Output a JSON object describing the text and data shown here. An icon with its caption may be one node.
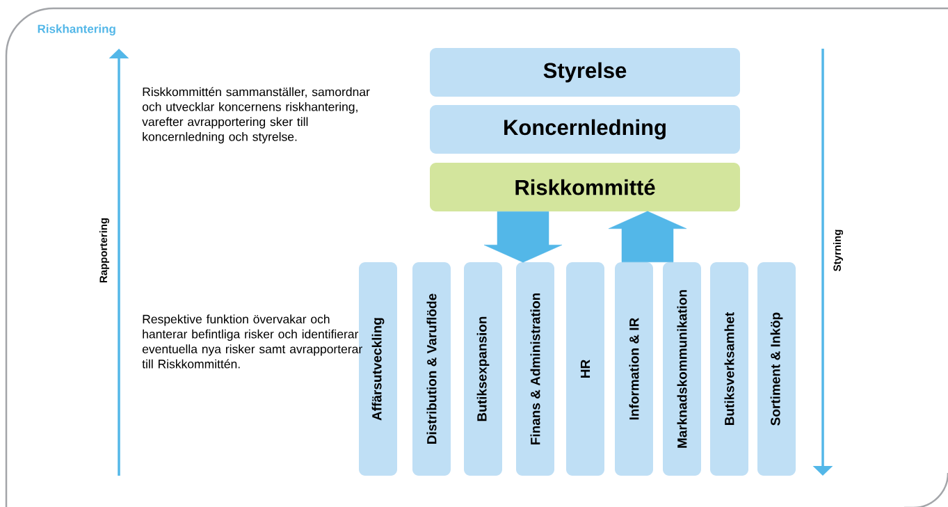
{
  "diagram": {
    "title": "Riskhantering",
    "nodes": [
      {
        "text": [
          "Styrelse"
        ]
      },
      {
        "text": [
          "Koncernledning"
        ]
      },
      {
        "text": [
          "Riskkommitté"
        ]
      },
      {
        "text": [
          "Affärsutveckling"
        ]
      },
      {
        "text": [
          "Distribution & Varuflöde"
        ]
      },
      {
        "text": [
          "Butiksexpansion"
        ]
      },
      {
        "text": [
          "Finans & Administration"
        ]
      },
      {
        "text": [
          "HR"
        ]
      },
      {
        "text": [
          "Information & IR"
        ]
      },
      {
        "text": [
          "Marknadskommunikation"
        ]
      },
      {
        "text": [
          "Butiksverksamhet"
        ]
      },
      {
        "text": [
          "Sortiment & Inköp"
        ]
      }
    ],
    "edges": [
      {
        "from": 2,
        "to": 6,
        "arrow": "to",
        "style": "thick"
      },
      {
        "from": 8,
        "to": 2,
        "arrow": "to",
        "style": "thick"
      }
    ],
    "labels": [
      "Riskkommittén sammanställer, samordnar och utvecklar koncernens riskhantering, varefter avrapportering sker till koncernledning och styrelse.",
      "Rapportering",
      "Respektive funktion övervakar och hanterar befintliga risker och identifierar eventuella nya risker samt avrapporterar till Riskkommittén.",
      "Styrning"
    ]
  }
}
